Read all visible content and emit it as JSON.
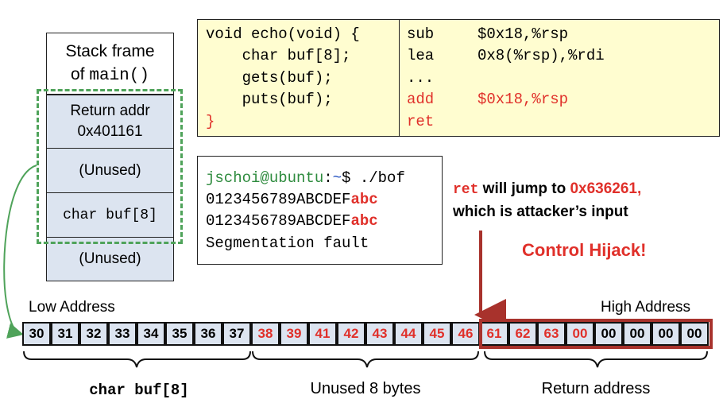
{
  "stack": {
    "title_line1": "Stack frame",
    "title_line2_prefix": "of ",
    "title_line2_code": "main()",
    "cells": [
      {
        "line1": "Return addr",
        "line2": "0x401161",
        "mono": false
      },
      {
        "line1": "(Unused)",
        "line2": "",
        "mono": false
      },
      {
        "line1": "char buf[8]",
        "line2": "",
        "mono": true
      },
      {
        "line1": "(Unused)",
        "line2": "",
        "mono": false
      }
    ]
  },
  "code": {
    "c_lines": [
      "void echo(void) {",
      "    char buf[8];",
      "    gets(buf);",
      "    puts(buf);",
      "}"
    ],
    "asm": [
      {
        "op": "sub",
        "args": "$0x18,%rsp",
        "red": false
      },
      {
        "op": "lea",
        "args": "0x8(%rsp),%rdi",
        "red": false
      },
      {
        "op": "...",
        "args": "",
        "red": false
      },
      {
        "op": "add",
        "args": "$0x18,%rsp",
        "red": true
      },
      {
        "op": "ret",
        "args": "",
        "red": true
      }
    ]
  },
  "terminal": {
    "user_host": "jschoi@ubuntu",
    "colon": ":",
    "path": "~",
    "prompt_cmd": "$ ./bof",
    "input_plain": "0123456789ABCDEF",
    "input_red": "abc",
    "output_plain": "0123456789ABCDEF",
    "output_red": "abc",
    "error": "Segmentation fault"
  },
  "annotation": {
    "ret_word": "ret",
    "line1_mid": " will jump to ",
    "line1_addr": "0x636261",
    "line1_end": ",",
    "line2": "which is attacker’s input",
    "hijack": "Control Hijack!"
  },
  "bytes": {
    "low_label": "Low Address",
    "high_label": "High Address",
    "values": [
      "30",
      "31",
      "32",
      "33",
      "34",
      "35",
      "36",
      "37",
      "38",
      "39",
      "41",
      "42",
      "43",
      "44",
      "45",
      "46",
      "61",
      "62",
      "63",
      "00",
      "00",
      "00",
      "00",
      "00"
    ],
    "red_flags": [
      false,
      false,
      false,
      false,
      false,
      false,
      false,
      false,
      true,
      true,
      true,
      true,
      true,
      true,
      true,
      true,
      true,
      true,
      true,
      true,
      false,
      false,
      false,
      false
    ]
  },
  "groups": {
    "buf_label": "char buf[8]",
    "unused_label": "Unused 8 bytes",
    "ret_label": "Return address"
  },
  "colors": {
    "red": "#e0302a",
    "green_dash": "#4fa35a",
    "cell_blue": "#dce4f0",
    "code_yellow": "#fffdd0",
    "arrow_dark_red": "#a8322c",
    "ret_outline": "#a8322c"
  }
}
